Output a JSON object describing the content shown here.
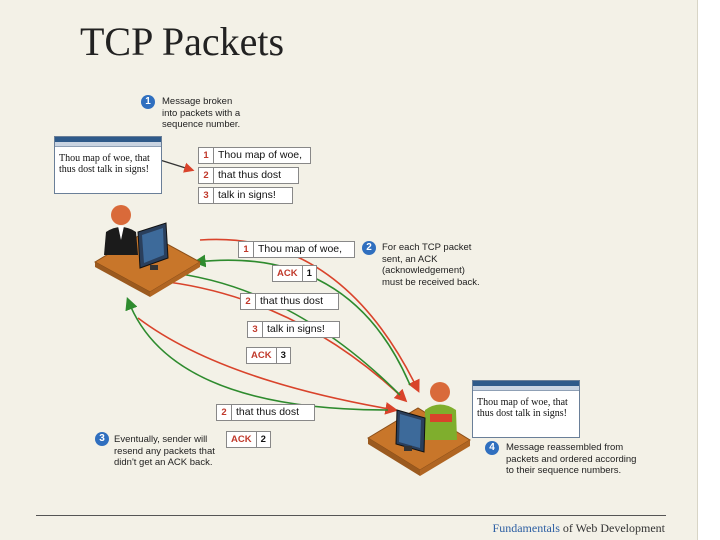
{
  "title": "TCP Packets",
  "footer": {
    "highlight": "Fundamentals",
    "rest": " of Web Development"
  },
  "steps": [
    {
      "num": "1",
      "text": "Message broken\ninto packets with a\nsequence number."
    },
    {
      "num": "2",
      "text": "For each TCP packet\nsent, an ACK\n(acknowledgement)\nmust be received back."
    },
    {
      "num": "3",
      "text": "Eventually, sender will\nresend any packets that\ndidn't get an ACK back."
    },
    {
      "num": "4",
      "text": "Message reassembled from\npackets and ordered according\nto their sequence numbers."
    }
  ],
  "sender_window_text": "Thou map of woe, that\nthus dost talk in signs!",
  "receiver_window_text": "Thou map of woe, that\nthus dost talk in signs!",
  "packet_stack": [
    {
      "num": "1",
      "text": "Thou map of woe,"
    },
    {
      "num": "2",
      "text": "that thus dost"
    },
    {
      "num": "3",
      "text": "talk in signs!"
    }
  ],
  "in_flight": {
    "p1": {
      "num": "1",
      "text": "Thou map of woe,"
    },
    "ack1": {
      "label": "ACK",
      "num": "1"
    },
    "p2": {
      "num": "2",
      "text": "that thus dost"
    },
    "p3": {
      "num": "3",
      "text": "talk in signs!"
    },
    "ack3": {
      "label": "ACK",
      "num": "3"
    },
    "p2_resend": {
      "num": "2",
      "text": "that thus dost"
    },
    "ack2": {
      "label": "ACK",
      "num": "2"
    }
  },
  "colors": {
    "send_arrow": "#d9432b",
    "ack_arrow": "#2e8b2e",
    "step_badge": "#2f6fbf",
    "desk": "#c8762a"
  }
}
